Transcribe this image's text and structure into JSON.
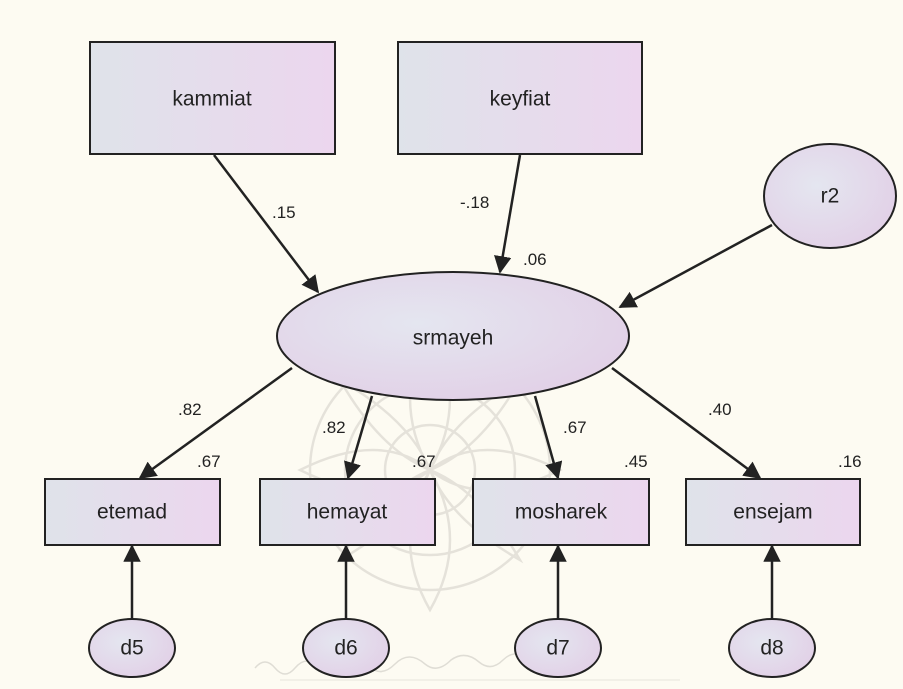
{
  "diagram": {
    "observed": {
      "kammiat": "kammiat",
      "keyfiat": "keyfiat",
      "etemad": "etemad",
      "hemayat": "hemayat",
      "moshareke": "mosharek",
      "ensejam": "ensejam"
    },
    "latent": {
      "srmayeh": "srmayeh",
      "r2": "r2",
      "d5": "d5",
      "d6": "d6",
      "d7": "d7",
      "d8": "d8"
    },
    "path_coefficients": {
      "kammiat_to_srmayeh": ".15",
      "keyfiat_to_srmayeh": "-.18",
      "srmayeh_to_etemad": ".82",
      "srmayeh_to_hemayat": ".82",
      "srmayeh_to_moshareke": ".67",
      "srmayeh_to_ensejam": ".40"
    },
    "r_squared": {
      "srmayeh": ".06",
      "etemad": ".67",
      "hemayat": ".67",
      "moshareke": ".45",
      "ensejam": ".16"
    },
    "colors": {
      "background": "#fdfbf2",
      "fill_light": "#e2e3ee",
      "fill_pink": "#ead6ec",
      "stroke": "#222222",
      "watermark": "#c9c7c2"
    }
  }
}
